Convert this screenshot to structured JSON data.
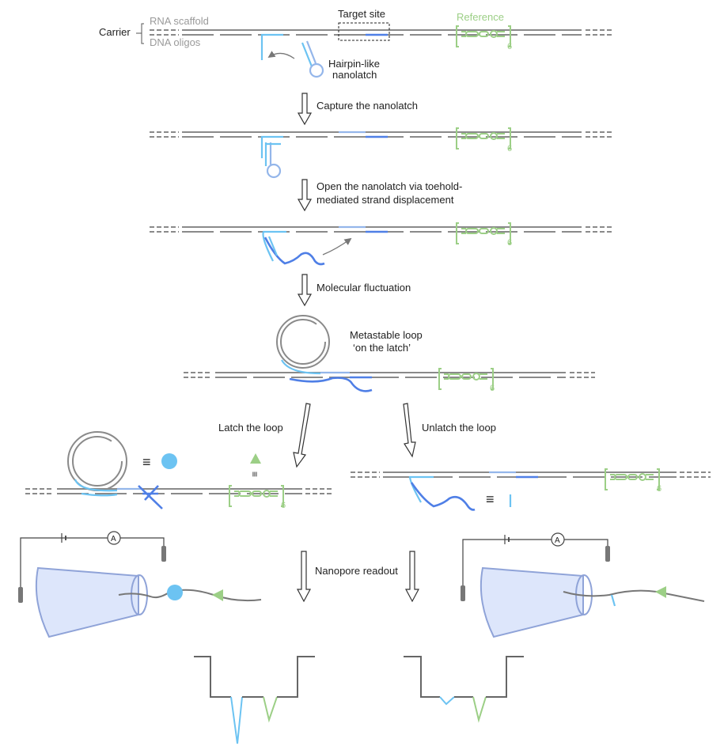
{
  "labels": {
    "carrier": "Carrier",
    "rna_scaffold": "RNA scaffold",
    "dna_oligos": "DNA oligos",
    "target_site": "Target site",
    "reference": "Reference",
    "reference_count": "6",
    "hairpin_line1": "Hairpin-like",
    "hairpin_line2": "nanolatch",
    "step_capture": "Capture the nanolatch",
    "step_open_line1": "Open the nanolatch via toehold-",
    "step_open_line2": "mediated strand displacement",
    "step_fluctuation": "Molecular fluctuation",
    "metastable_line1": "Metastable loop",
    "metastable_line2": "‘on the latch’",
    "latch_loop": "Latch the loop",
    "unlatch_loop": "Unlatch the loop",
    "equiv": "≡",
    "nanopore_readout": "Nanopore readout",
    "ammeter": "A"
  },
  "colors": {
    "rna": "#8a8a8a",
    "light_blue": "#6cc3f2",
    "dark_blue": "#4f7fe6",
    "green": "#9ccf86",
    "pore_fill": "#dde6fb",
    "pore_stroke": "#8fa3d8"
  }
}
